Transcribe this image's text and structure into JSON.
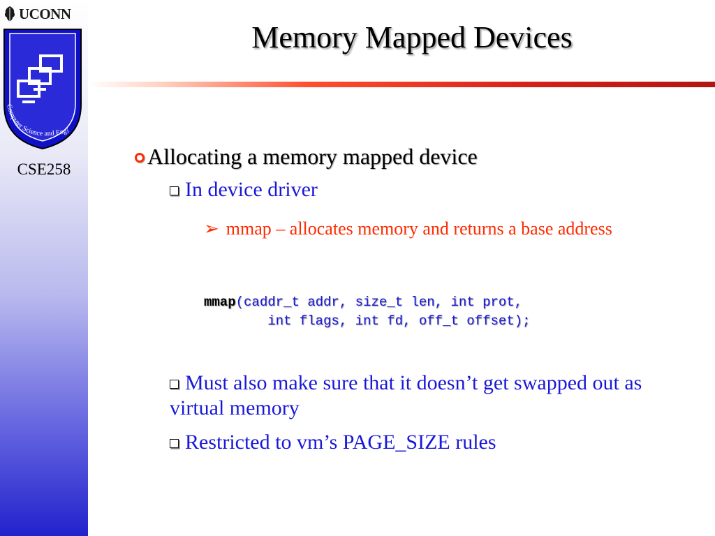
{
  "sidebar": {
    "university": "UCONN",
    "shield_text": "Computer Science and Engineering",
    "course": "CSE258"
  },
  "slide": {
    "title": "Memory Mapped Devices",
    "bullet1": "Allocating a memory mapped device",
    "sub1": "In device driver",
    "sub1_detail": "mmap – allocates memory and returns a base address",
    "code_fn": "mmap",
    "code_line1": "(caddr_t addr, size_t len, int prot,",
    "code_line2": "        int flags, int fd, off_t offset);",
    "sub2": "Must also make sure that it doesn’t get swapped out as virtual memory",
    "sub3": "Restricted to vm’s PAGE_SIZE rules"
  },
  "colors": {
    "bullet_text": "#1a18d8",
    "detail_text": "#ff2a00",
    "rule_end": "#b01612"
  }
}
